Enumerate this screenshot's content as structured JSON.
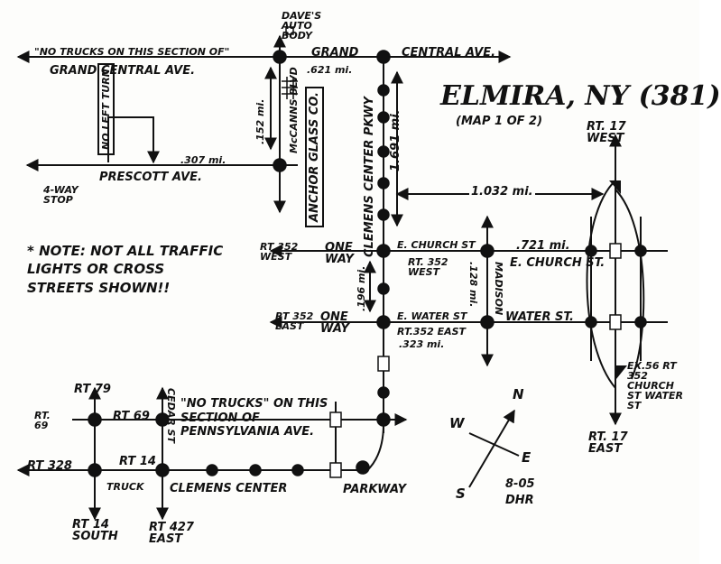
{
  "title": "ELMIRA, NY (381)",
  "subtitle": "(MAP 1 OF 2)",
  "labels": {
    "no_trucks_grand": "\"NO TRUCKS ON THIS SECTION OF\"",
    "grand_central_ave_left": "GRAND CENTRAL AVE.",
    "grand": "GRAND",
    "central_ave_right": "CENTRAL AVE.",
    "daves_auto_body": "DAVE'S AUTO BODY",
    "dist_621": ".621 mi.",
    "dist_152": ".152 mi.",
    "mccanns_blvd": "McCANNS BLVD",
    "anchor_glass": "ANCHOR GLASS CO.",
    "clemens_center_pkwy": "CLEMENS CENTER PKWY",
    "dist_1691": "1.691 mi.",
    "dist_1032": "1.032 mi.",
    "prescott_ave": "PRESCOTT AVE.",
    "dist_307": ".307 mi.",
    "no_left_turn": "NO LEFT TURN",
    "four_way_stop": "4-WAY STOP",
    "note": "* NOTE: NOT ALL TRAFFIC LIGHTS OR CROSS STREETS SHOWN!!",
    "rt352_west_left": "RT 352 WEST",
    "one_way_1": "ONE WAY",
    "e_church_st": "E. CHURCH ST",
    "rt352_west_mid": "RT. 352 WEST",
    "dist_721": ".721 mi.",
    "e_church_st_right": "E. CHURCH ST.",
    "madison": "MADISON",
    "dist_128": ".128 mi.",
    "dist_196": ".196 mi.",
    "rt352_east_left": "RT 352 EAST",
    "one_way_2": "ONE WAY",
    "e_water_st": "E. WATER ST",
    "rt352_east_mid": "RT.352 EAST",
    "dist_323": ".323 mi.",
    "water_st_right": "WATER ST.",
    "rt17_west": "RT. 17 WEST",
    "rt17_east": "RT. 17 EAST",
    "exit56": "EX.56 RT 352 CHURCH ST WATER ST",
    "rt79": "RT 79",
    "rt69_left": "RT. 69",
    "rt69_mid": "RT 69",
    "no_trucks_penn": "\"NO TRUCKS\" ON THIS SECTION OF PENNSYLVANIA AVE.",
    "cedar_st": "CEDAR ST",
    "rt328": "RT 328",
    "rt14_mid": "RT 14",
    "truck": "TRUCK",
    "clemens_center": "CLEMENS CENTER",
    "parkway": "PARKWAY",
    "rt14_south": "RT 14 SOUTH",
    "rt427_east": "RT 427 EAST",
    "compass_n": "N",
    "compass_e": "E",
    "compass_s": "S",
    "compass_w": "W",
    "date": "8-05",
    "author": "DHR"
  }
}
